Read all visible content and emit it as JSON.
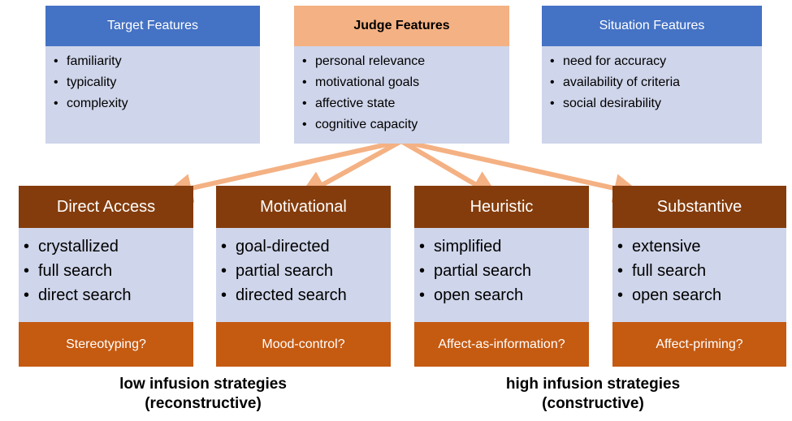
{
  "top_boxes": [
    {
      "title": "Target Features",
      "items": [
        "familiarity",
        "typicality",
        "complexity"
      ]
    },
    {
      "title": "Judge Features",
      "items": [
        "personal relevance",
        "motivational goals",
        "affective state",
        "cognitive capacity"
      ]
    },
    {
      "title": "Situation Features",
      "items": [
        "need for accuracy",
        "availability of criteria",
        "social desirability"
      ]
    }
  ],
  "strategies": [
    {
      "title": "Direct Access",
      "items": [
        "crystallized",
        "full search",
        "direct search"
      ],
      "example": "Stereotyping?"
    },
    {
      "title": "Motivational",
      "items": [
        "goal-directed",
        "partial search",
        "directed search"
      ],
      "example": "Mood-control?"
    },
    {
      "title": "Heuristic",
      "items": [
        "simplified",
        "partial search",
        "open search"
      ],
      "example": "Affect-as-information?"
    },
    {
      "title": "Substantive",
      "items": [
        "extensive",
        "full search",
        "open search"
      ],
      "example": "Affect-priming?"
    }
  ],
  "captions": {
    "low": [
      "low infusion strategies",
      "(reconstructive)"
    ],
    "high": [
      "high infusion strategies",
      "(constructive)"
    ]
  },
  "colors": {
    "blue_header": "#4472c4",
    "peach_header": "#f4b183",
    "panel": "#cfd5ea",
    "brown_header": "#843c0c",
    "orange_footer": "#c55a11",
    "arrow": "#f4b183"
  }
}
